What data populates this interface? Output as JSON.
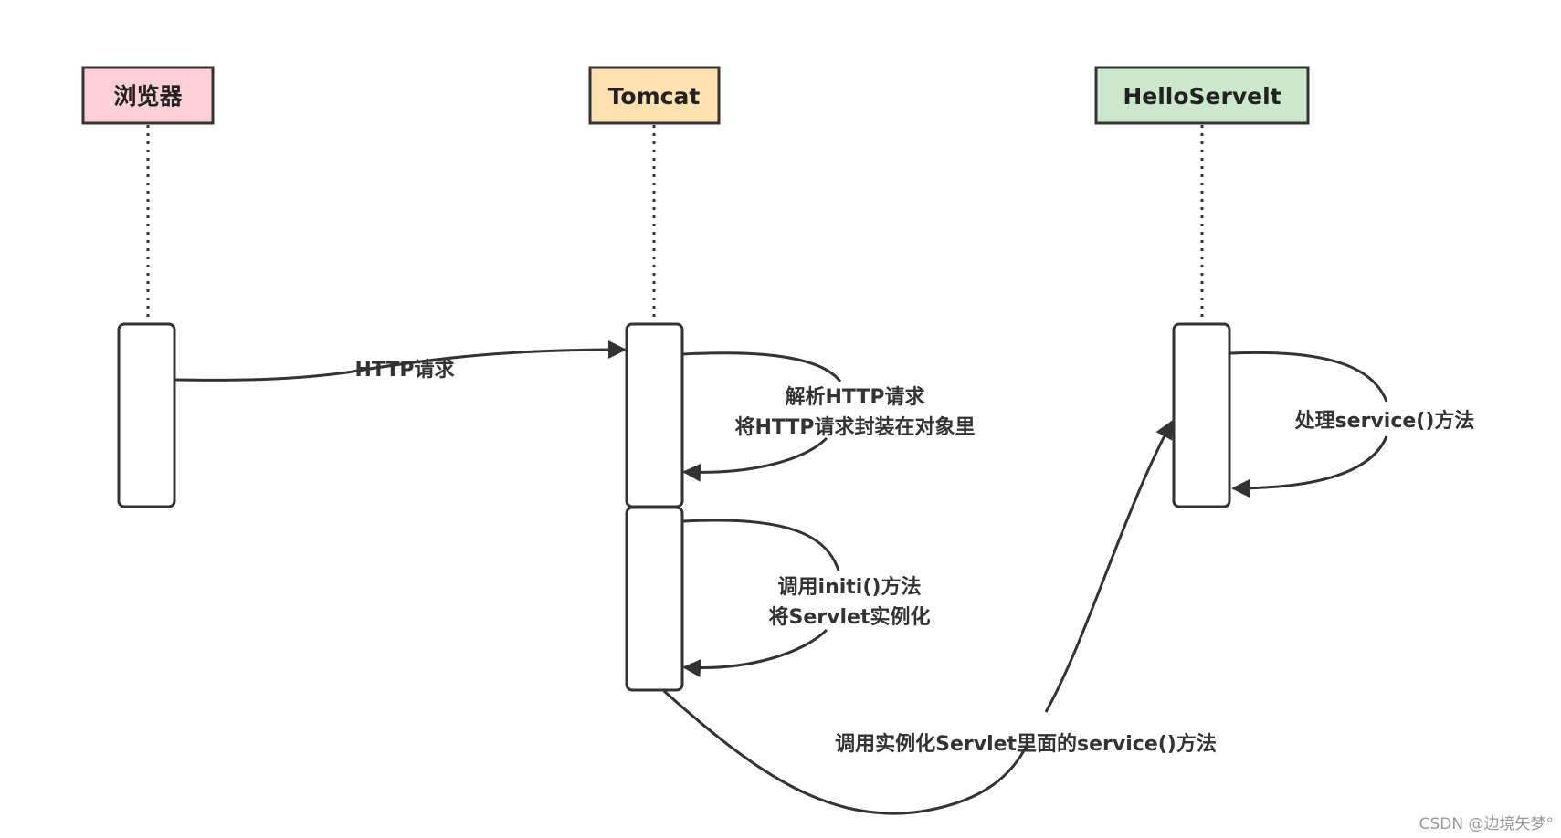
{
  "participants": {
    "browser": {
      "label": "浏览器",
      "fill": "#fcd0d6"
    },
    "tomcat": {
      "label": "Tomcat",
      "fill": "#fde2b0"
    },
    "servlet": {
      "label": "HelloServelt",
      "fill": "#cbe8cc"
    }
  },
  "messages": {
    "http_request": "HTTP请求",
    "parse_line1": "解析HTTP请求",
    "parse_line2": "将HTTP请求封装在对象里",
    "init_line1": "调用initi()方法",
    "init_line2": "将Servlet实例化",
    "call_service": "调用实例化Servlet里面的service()方法",
    "handle_service": "处理service()方法"
  },
  "watermark": "CSDN @边境矢梦°",
  "colors": {
    "stroke": "#333333",
    "text": "#222222",
    "background": "#ffffff"
  }
}
